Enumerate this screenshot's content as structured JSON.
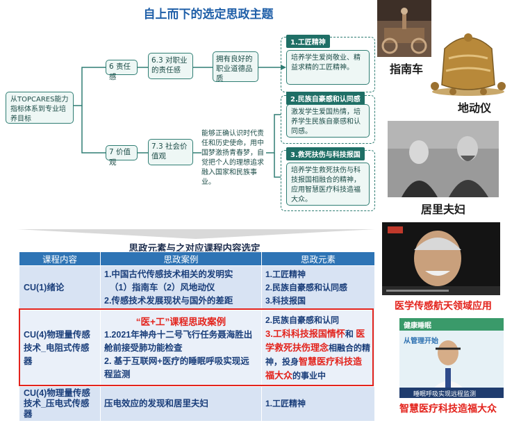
{
  "top_title": "自上而下的选定思政主题",
  "root_box": "从TOPCARES能力指标体系到专业培养目标",
  "branch_upper": {
    "level1": "6 责任感",
    "level2": "6.3 对职业的责任感",
    "level3": "拥有良好的职业道德品质",
    "theme_badge": "1.工匠精神",
    "theme_text": "培养学生爱岗敬业、精益求精的工匠精神。"
  },
  "branch_lower": {
    "level1": "7 价值观",
    "level2": "7.3 社会价值观",
    "level3": "能够正确认识时代责任和历史使命，用中国梦激扬青春梦，自觉把个人的理想追求融入国家和民族事业。",
    "theme2_badge": "2.民族自豪感和认同感",
    "theme2_text": "激发学生爱国热情，培养学生民族自豪感和认同感。",
    "theme3_badge": "3.救死扶伤与科技报国",
    "theme3_text": "培养学生救死扶伤与科技报国相融合的精神，应用智慧医疗科技造福大众。"
  },
  "captions": {
    "compass_cart": "指南车",
    "seismograph": "地动仪",
    "curies": "居里夫妇",
    "aerospace": "医学传感航天领域应用",
    "smart_medical": "智慧医疗科技造福大众"
  },
  "table_title": "思政元素与之对应课程内容选定",
  "table": {
    "headers": [
      "课程内容",
      "思政案例",
      "思政元素"
    ],
    "row1": {
      "content": "CU(1)绪论",
      "case_lines": [
        "1.中国古代传感技术相关的发明实",
        "（1）指南车（2）风地动仪",
        "2.传感技术发展现状与国外的差距"
      ],
      "element_lines": [
        "1.工匠精神",
        "2.民族自豪感和认同感",
        "3.科技报国"
      ]
    },
    "row2": {
      "content": "CU(4)物理量传感技术_电阻式传感器",
      "case_heading": "“医+工”课程思政案例",
      "case_lines": [
        "1.2021年神舟十二号飞行任务聂海胜出舱前接受肺功能检查",
        "2. 基于互联网+医疗的睡眠呼吸实现远程监测"
      ],
      "element_line1": "2.民族自豪感和认同",
      "element_red1": "3.工科科技报国情怀",
      "element_and": "和",
      "element_red2": "医学救死扶伤理念",
      "element_mid": "相融合的精神，投身",
      "element_red3": "智慧医疗科技造福大众",
      "element_end": "的事业中"
    },
    "row3": {
      "content": "CU(4)物理量传感技术_压电式传感器",
      "case": "压电效应的发现和居里夫妇",
      "element": "1.工匠精神"
    }
  },
  "video_texts": {
    "tv_top": "健康睡眠",
    "tv_line2": "从管理开始",
    "tv_bottom": "睡眠呼吸实现远程监测"
  }
}
